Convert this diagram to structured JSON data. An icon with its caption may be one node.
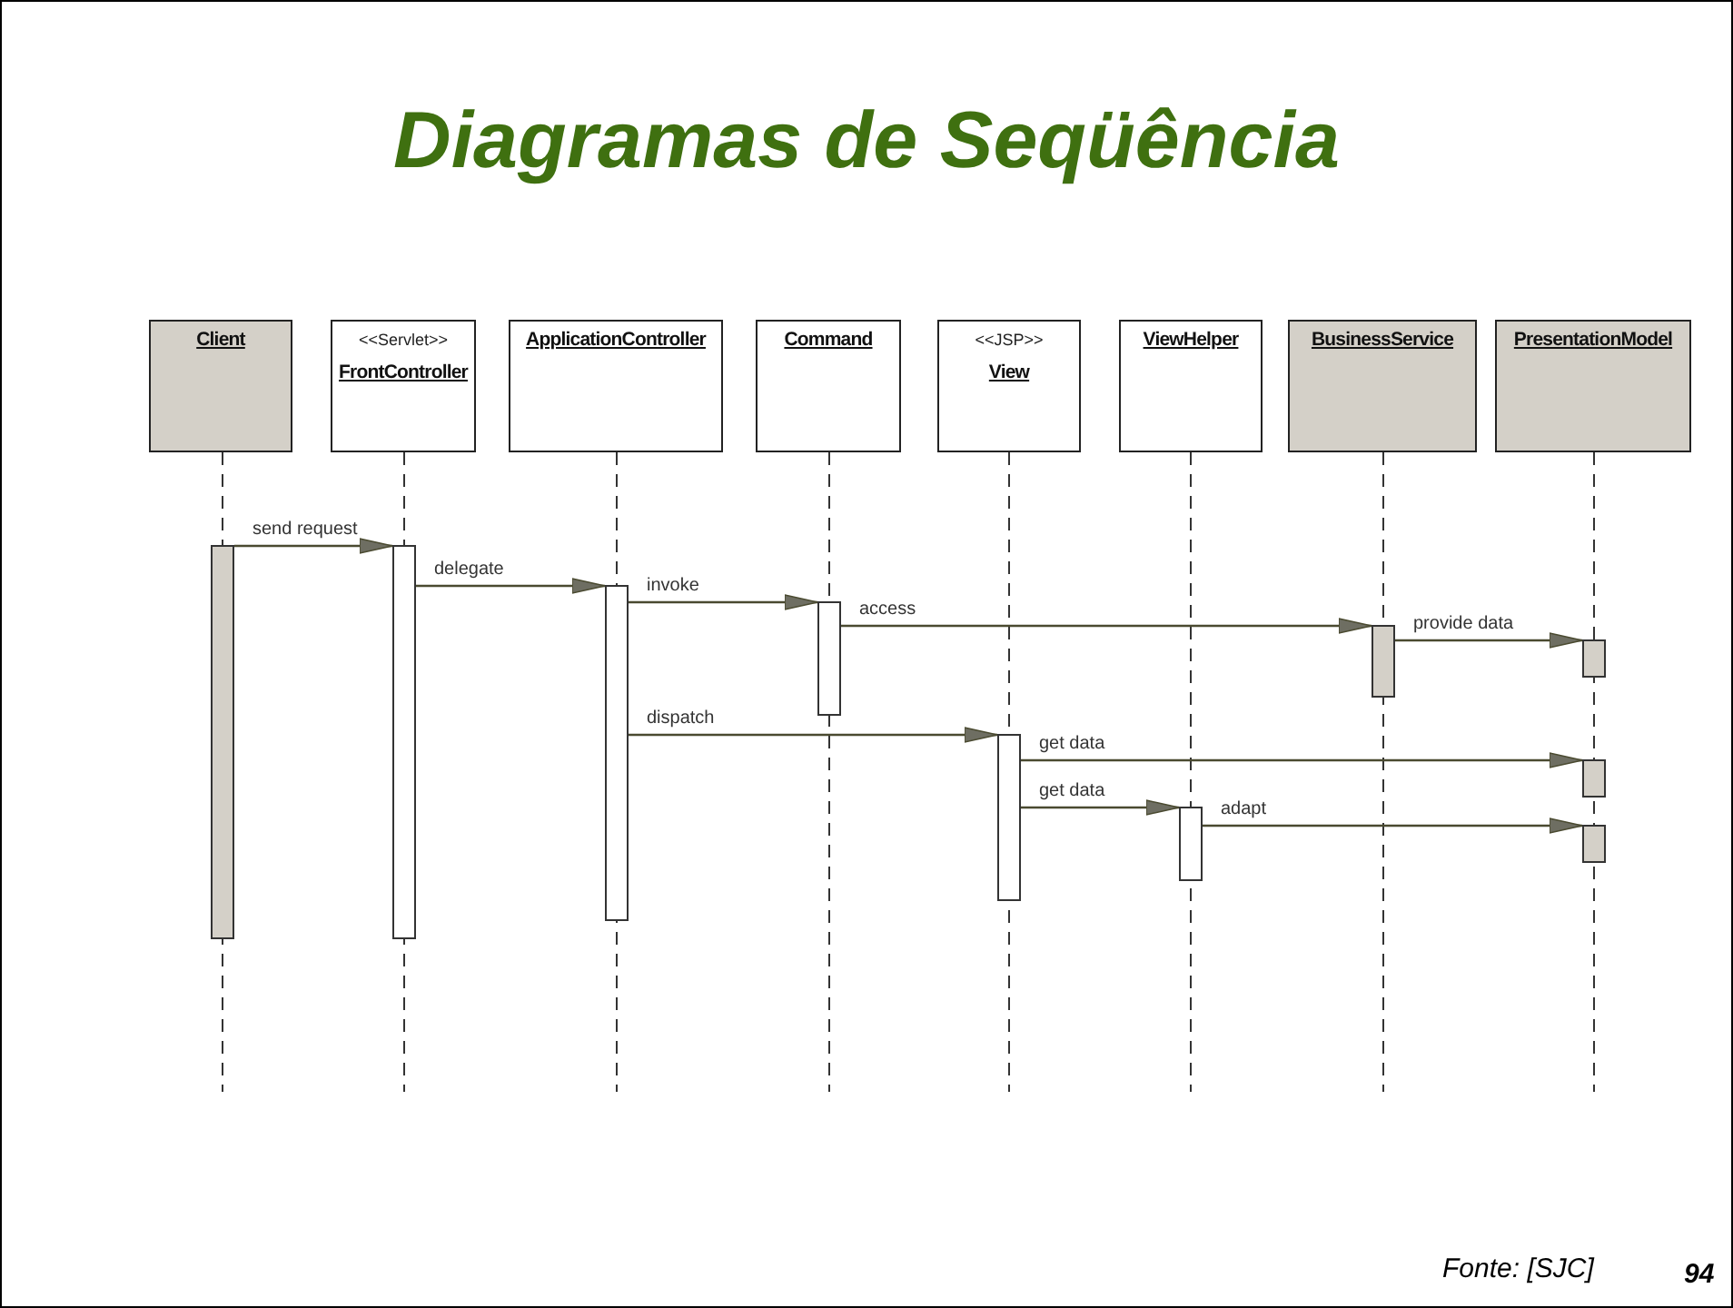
{
  "diagram": {
    "title": "Diagramas de Seqüência",
    "caption": "Fonte: [SJC]",
    "nodes": [
      {
        "text": [
          "Client"
        ]
      },
      {
        "text": [
          "<<Servlet>>",
          "FrontController"
        ]
      },
      {
        "text": [
          "ApplicationController"
        ]
      },
      {
        "text": [
          "Command"
        ]
      },
      {
        "text": [
          "<<JSP>>",
          "View"
        ]
      },
      {
        "text": [
          "ViewHelper"
        ]
      },
      {
        "text": [
          "BusinessService"
        ]
      },
      {
        "text": [
          "PresentationModel"
        ]
      },
      {
        "text": [],
        "shape": "bar"
      },
      {
        "text": [],
        "shape": "bar"
      },
      {
        "text": [],
        "shape": "bar"
      },
      {
        "text": [],
        "shape": "bar"
      },
      {
        "text": [],
        "shape": "bar"
      },
      {
        "text": [],
        "shape": "bar"
      },
      {
        "text": [],
        "shape": "bar"
      },
      {
        "text": [],
        "shape": "bar"
      },
      {
        "text": [],
        "shape": "bar"
      },
      {
        "text": [],
        "shape": "bar"
      }
    ],
    "edges": [
      {
        "from": 8,
        "to": 9,
        "arrow": "to",
        "label": "send request"
      },
      {
        "from": 9,
        "to": 10,
        "arrow": "to",
        "label": "delegate"
      },
      {
        "from": 10,
        "to": 11,
        "arrow": "to",
        "label": "invoke"
      },
      {
        "from": 11,
        "to": 12,
        "arrow": "to",
        "label": "access"
      },
      {
        "from": 12,
        "to": 13,
        "arrow": "to",
        "label": "provide data"
      },
      {
        "from": 10,
        "to": 14,
        "arrow": "to",
        "label": "dispatch"
      },
      {
        "from": 14,
        "to": 15,
        "arrow": "to",
        "label": "get data"
      },
      {
        "from": 14,
        "to": 16,
        "arrow": "to",
        "label": "get data"
      },
      {
        "from": 16,
        "to": 17,
        "arrow": "to",
        "label": "adapt"
      }
    ],
    "labels": [
      "94"
    ]
  }
}
